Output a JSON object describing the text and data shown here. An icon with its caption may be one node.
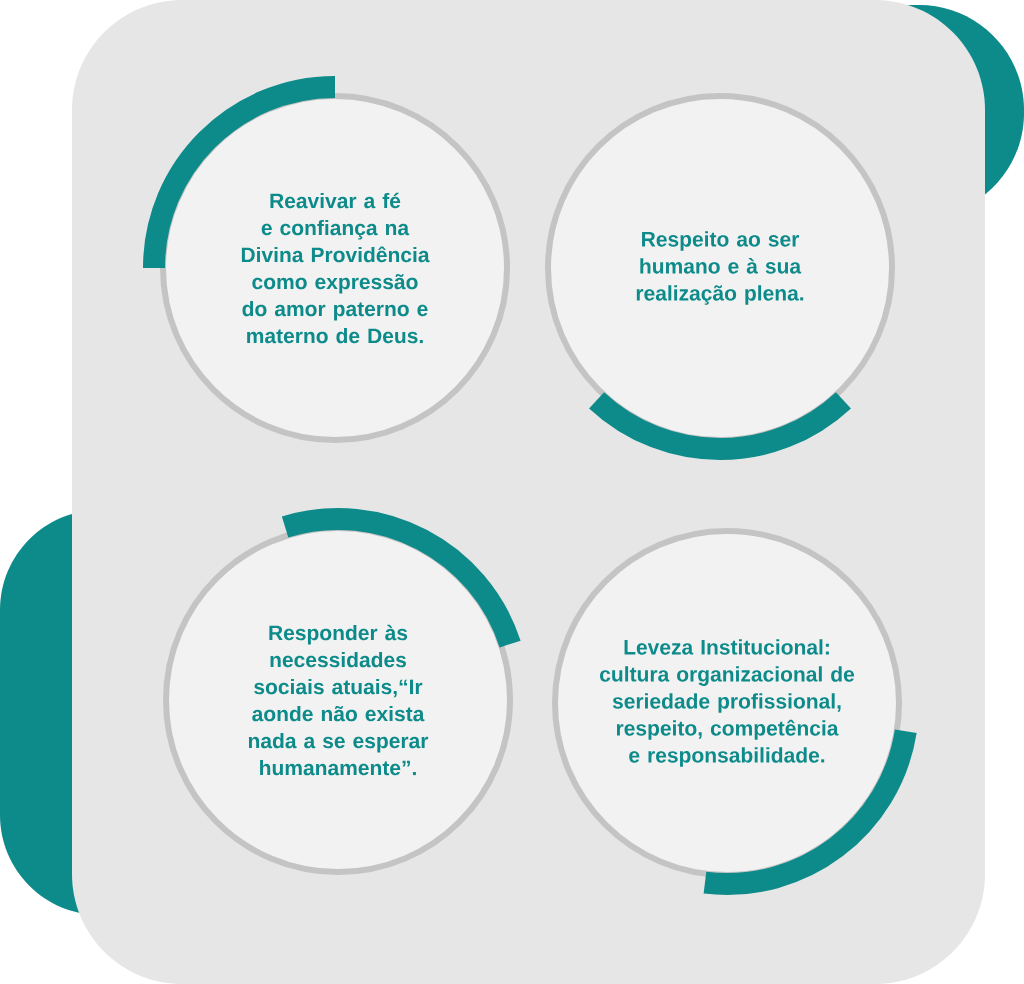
{
  "diagram": {
    "nodes": [
      {
        "text": [
          "Reavivar a fé e confiança na Divina Providência como expressão do amor paterno e materno de Deus."
        ]
      },
      {
        "text": [
          "Respeito ao ser humano e à sua realização plena."
        ]
      },
      {
        "text": [
          "Responder às necessidades sociais atuais,“Ir aonde não exista nada a se esperar humanamente”."
        ]
      },
      {
        "text": [
          "Leveza Institucional: cultura organizacional de seriedade profissional, respeito, competência e responsabilidade."
        ]
      }
    ]
  }
}
